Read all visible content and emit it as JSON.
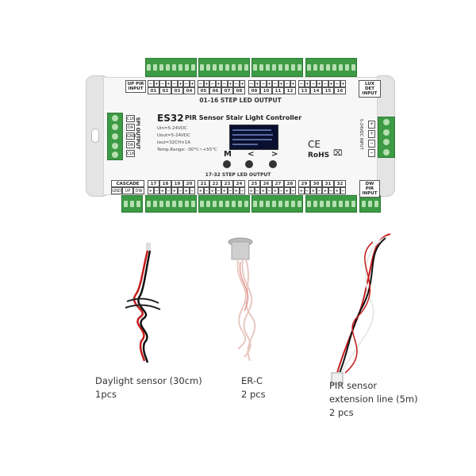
{
  "controller": {
    "model": "ES32",
    "title": "PIR Sensor Stair Light Controller",
    "specs": [
      "Uin=5-24VDC",
      "Uout=5-24VDC",
      "Iout=32CH×1A",
      "Temp.Range: -30°C~+55°C"
    ],
    "top_output_label": "01-16 STEP LED OUTPUT",
    "bottom_output_label": "17-32 STEP LED OUTPUT",
    "up_pir_input": "UP PIR INPUT",
    "lux_det_input": "LUX DET INPUT",
    "dw_pir_input": "DW PIR INPUT",
    "cascade": {
      "label": "CASCADE",
      "pins": [
        "GND",
        "UP",
        "DW"
      ]
    },
    "spi_output": {
      "label": "SPI OUTPUT",
      "pins": [
        "CLK",
        "DA",
        "GND",
        "DA",
        "CLK"
      ]
    },
    "power_input": {
      "label": "5-24VDC INPUT",
      "pins": [
        "+",
        "+",
        "−",
        "−"
      ]
    },
    "top_channels": [
      [
        "01",
        "02",
        "03",
        "04"
      ],
      [
        "05",
        "06",
        "07",
        "08"
      ],
      [
        "09",
        "10",
        "11",
        "12"
      ],
      [
        "13",
        "14",
        "15",
        "16"
      ]
    ],
    "bottom_channels": [
      [
        "17",
        "18",
        "19",
        "20"
      ],
      [
        "21",
        "22",
        "23",
        "24"
      ],
      [
        "25",
        "26",
        "27",
        "28"
      ],
      [
        "29",
        "30",
        "31",
        "32"
      ]
    ],
    "polarity_top": [
      "−",
      "+"
    ],
    "polarity_bottom": [
      "+",
      "−"
    ],
    "buttons": [
      "M",
      "<",
      ">"
    ],
    "certifications": [
      "CE",
      "RoHS"
    ],
    "colors": {
      "terminal": "#3d9a45",
      "housing": "#f7f7f7",
      "display": "#0a1030"
    }
  },
  "accessories": [
    {
      "name": "Daylight sensor (30cm)",
      "qty": "1pcs"
    },
    {
      "name": "ER-C",
      "qty": "2 pcs"
    },
    {
      "name": "PIR sensor",
      "name2": "extension line (5m)",
      "qty": "2 pcs"
    }
  ]
}
